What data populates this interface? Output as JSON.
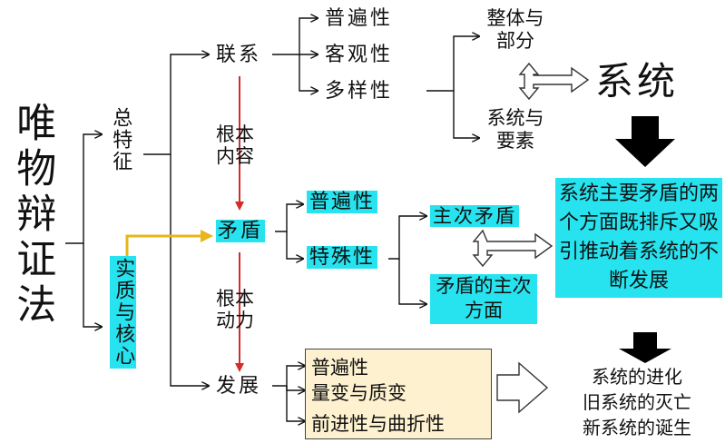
{
  "title": "唯物辩证法",
  "branches": {
    "overall": "总特征",
    "essence": "实质与核心"
  },
  "nodes": {
    "connection": "联系",
    "contradiction": "矛盾",
    "development": "发展",
    "root_content": "根本内容",
    "root_power": "根本动力"
  },
  "connection_props": [
    "普遍性",
    "客观性",
    "多样性"
  ],
  "system_pairs": {
    "whole_part": "整体与部分",
    "system_element": "系统与要素"
  },
  "system": "系统",
  "contradiction_props": {
    "universality": "普遍性",
    "particularity": "特殊性"
  },
  "particularity_subs": {
    "main_secondary": "主次矛盾",
    "aspects": "矛盾的主次方面"
  },
  "system_contradiction_box": "系统主要矛盾的两个方面既排斥又吸引推动着系统的不断发展",
  "development_props": [
    "普遍性",
    "量变与质变",
    "前进性与曲折性"
  ],
  "system_evolution": [
    "系统的进化",
    "旧系统的灭亡",
    "新系统的诞生"
  ],
  "colors": {
    "cyan": "#26e3ef",
    "red_arrow": "#d42a2a",
    "yellow_arrow": "#e8b51a",
    "cream": "#fdf1cf"
  }
}
